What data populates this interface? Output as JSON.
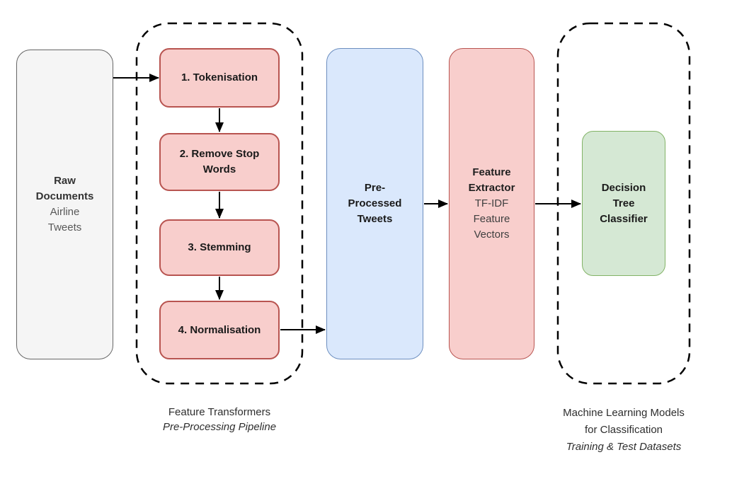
{
  "colors": {
    "red_fill": "#f8cecc",
    "red_stroke": "#b85450",
    "blue_fill": "#dae8fc",
    "blue_stroke": "#6c8ebf",
    "green_fill": "#d5e8d4",
    "green_stroke": "#82b366",
    "gray_fill": "#f5f5f5",
    "gray_stroke": "#666666",
    "arrow_ink": "#000000",
    "caption_ink": "#2e2e2e",
    "subtitle_gray": "#595959"
  },
  "nodes": {
    "raw_documents": {
      "title": [
        "Raw",
        "Documents"
      ],
      "subtitle": [
        "Airline",
        "Tweets"
      ]
    },
    "pipeline_steps": [
      {
        "label": "1. Tokenisation"
      },
      {
        "label": [
          "2. Remove Stop",
          "Words"
        ]
      },
      {
        "label": "3. Stemming"
      },
      {
        "label": "4. Normalisation"
      }
    ],
    "preprocessed_tweets": {
      "title": [
        "Pre-",
        "Processed",
        "Tweets"
      ]
    },
    "feature_extractor": {
      "title": [
        "Feature",
        "Extractor"
      ],
      "subtitle": [
        "TF-IDF",
        "Feature",
        "Vectors"
      ]
    },
    "decision_tree_classifier": {
      "title": [
        "Decision",
        "Tree",
        "Classifier"
      ]
    }
  },
  "captions": {
    "pipeline_group": {
      "line1": "Feature Transformers",
      "line2": "Pre-Processing Pipeline"
    },
    "models_group": {
      "line1": [
        "Machine Learning Models",
        "for Classification"
      ],
      "line2": "Training & Test Datasets"
    }
  }
}
